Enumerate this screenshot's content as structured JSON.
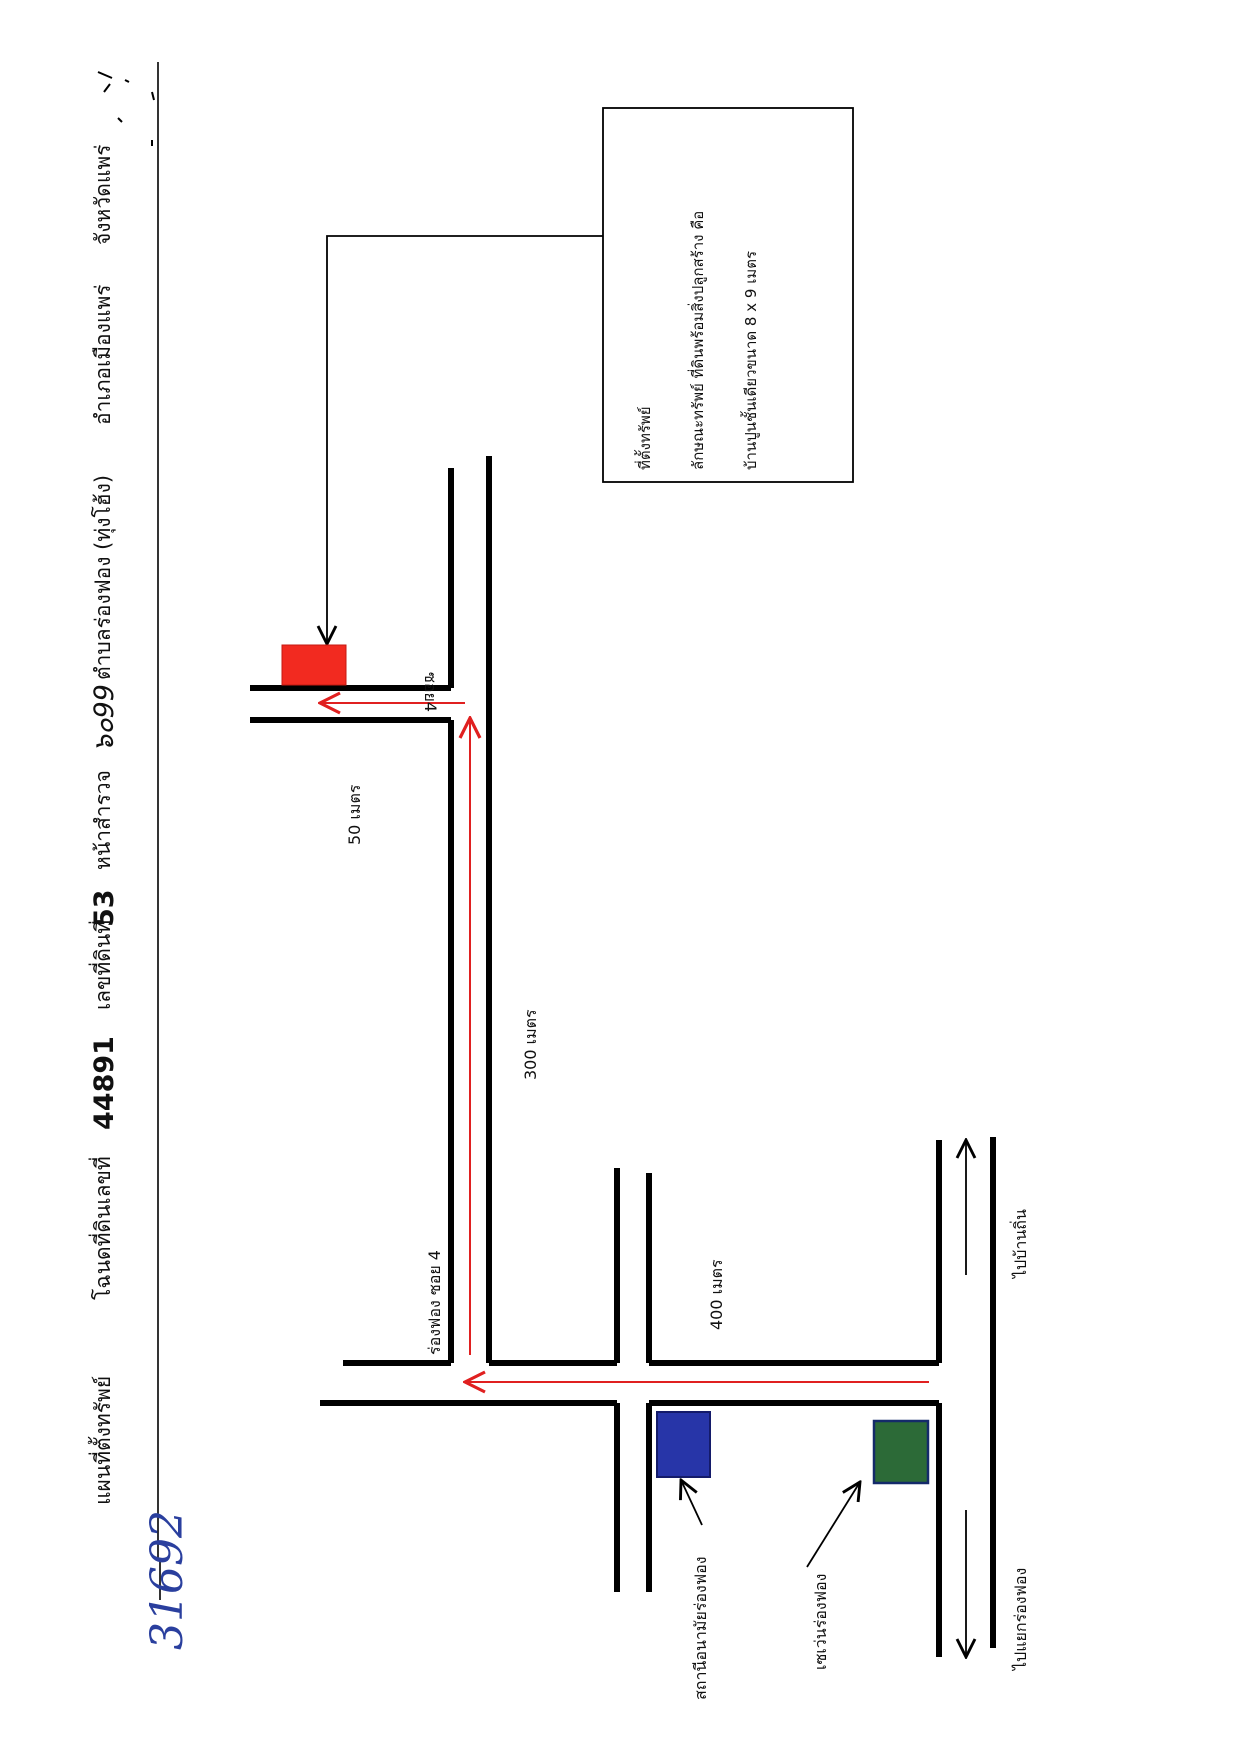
{
  "header": {
    "title": "แผนที่ตั้งทรัพย์",
    "deed_label": "โฉนดที่ดินเลขที่",
    "deed_number": "44891",
    "parcel_label": "เลขที่ดินที่",
    "parcel_number": "53",
    "survey_label": "หน้าสำรวจ",
    "survey_number": "๖๐99",
    "subdistrict": "ตำบลร่องฟอง (ทุ่งโฮ้ง)",
    "district": "อำเภอเมืองแพร่",
    "province": "จังหวัดแพร่"
  },
  "info_box": {
    "line1": "ที่ตั้งทรัพย์",
    "line2": "ลักษณะทรัพย์  ที่ดินพร้อมสิ่งปลูกสร้าง คือ",
    "line3": "บ้านปูนชั้นเดียวขนาด   8 x 9 เมตร"
  },
  "labels": {
    "soi4": "ซอย4",
    "dist_50": "50 เมตร",
    "dist_300": "300 เมตร",
    "dist_400": "400 เมตร",
    "rong_fong_soi4": "ร่องฟอง ซอย 4",
    "to_ban_thin": "ไปบ้านถิ่น",
    "to_rong_fong_junction": "ไปแยกร่องฟอง",
    "health_station": "สถานีอนามัยร่องฟอง",
    "seven_eleven": "เซเว่นร่องฟอง"
  },
  "handwritten": "31692",
  "colors": {
    "property": "#f22a20",
    "health_station": "#2735a8",
    "seven_eleven": "#2c6a37",
    "route": "#e02020"
  }
}
